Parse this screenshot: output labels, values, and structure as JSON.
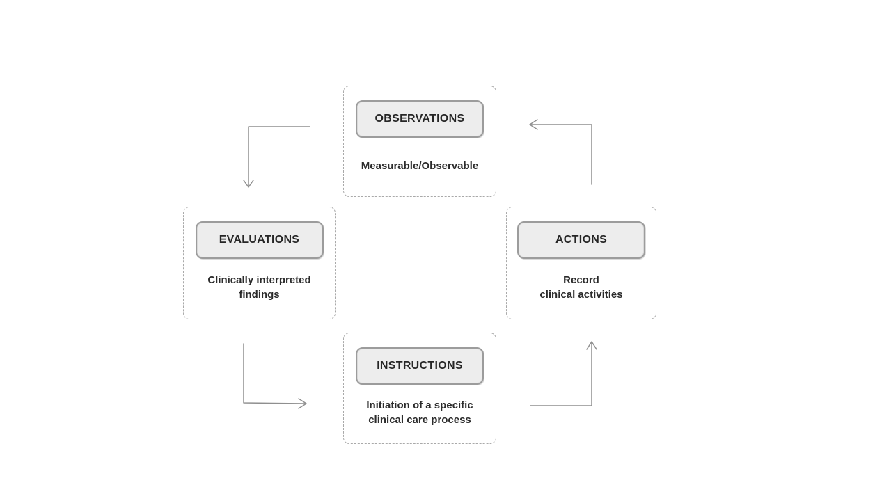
{
  "diagram": {
    "nodes": [
      {
        "id": "observations",
        "label": "OBSERVATIONS",
        "description": "Measurable/Observable"
      },
      {
        "id": "evaluations",
        "label": "EVALUATIONS",
        "description": "Clinically interpreted\nfindings"
      },
      {
        "id": "actions",
        "label": "ACTIONS",
        "description": "Record\nclinical activities"
      },
      {
        "id": "instructions",
        "label": "INSTRUCTIONS",
        "description": "Initiation of a specific\nclinical care process"
      }
    ],
    "flow": [
      {
        "from": "observations",
        "to": "evaluations"
      },
      {
        "from": "evaluations",
        "to": "instructions"
      },
      {
        "from": "instructions",
        "to": "actions"
      },
      {
        "from": "actions",
        "to": "observations"
      }
    ],
    "colors": {
      "background": "#ffffff",
      "node_border": "#a9a9a9",
      "header_fill": "#ededed",
      "header_border": "#9c9c9c",
      "text": "#262626",
      "arrow": "#8f8f8f"
    }
  }
}
